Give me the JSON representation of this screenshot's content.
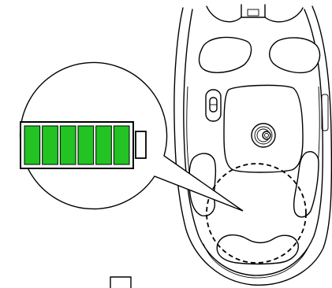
{
  "figure": {
    "subject": "mouse-underside-battery-callout",
    "battery": {
      "charge_fraction": 1.0,
      "segments_total": 6,
      "segments_filled": 6,
      "fill_color": "#22c322",
      "outline_color": "#000000"
    },
    "callout_circle_style": "dashed",
    "background_color": "#ffffff"
  }
}
